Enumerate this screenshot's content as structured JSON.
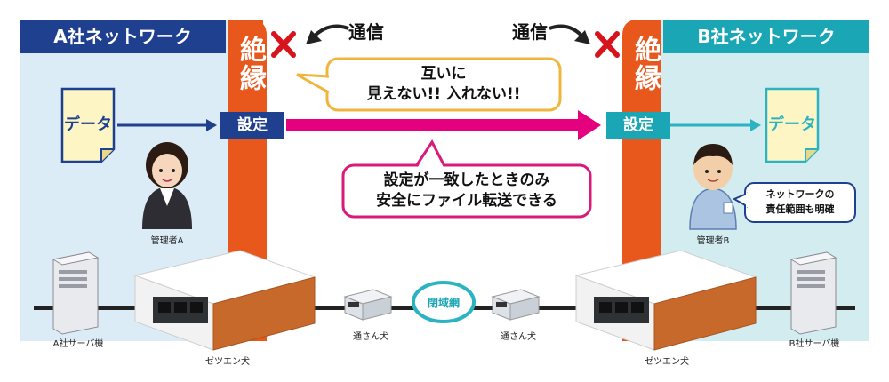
{
  "panels": {
    "company_a": "A社ネットワーク",
    "company_b": "B社ネットワーク"
  },
  "isolation_label": "絶縁",
  "comm_label": "通信",
  "data_label": "データ",
  "setting_label": "設定",
  "bubbles": {
    "invisible_line1": "互いに",
    "invisible_line2": "見えない!! 入れない!!",
    "match_line1": "設定が一致したときのみ",
    "match_line2": "安全にファイル転送できる",
    "responsibility_line1": "ネットワークの",
    "responsibility_line2": "責任範囲も明確"
  },
  "people": {
    "admin_a": "管理者A",
    "admin_b": "管理者B"
  },
  "devices": {
    "server_a": "A社サーバ機",
    "server_b": "B社サーバ機",
    "zetsuen_a": "ゼツエン犬",
    "zetsuen_b": "ゼツエン犬",
    "tsusan_a": "通さん犬",
    "tsusan_b": "通さん犬",
    "closed_network": "閉域網"
  },
  "colors": {
    "company_a_header": "#1f3f8f",
    "company_a_bg": "#dcecf7",
    "company_b_header": "#1aa6b5",
    "company_b_bg": "#d2ecef",
    "isolation_orange": "#e8571c",
    "magenta_arrow": "#e5007e",
    "navy_arrow": "#1f3f8f",
    "cyan_arrow": "#2bb3c2",
    "bubble_yellow_border": "#f0b53c",
    "bubble_pink_border": "#d81b7a",
    "network_line": "#222222",
    "cross_red": "#d7141e"
  }
}
